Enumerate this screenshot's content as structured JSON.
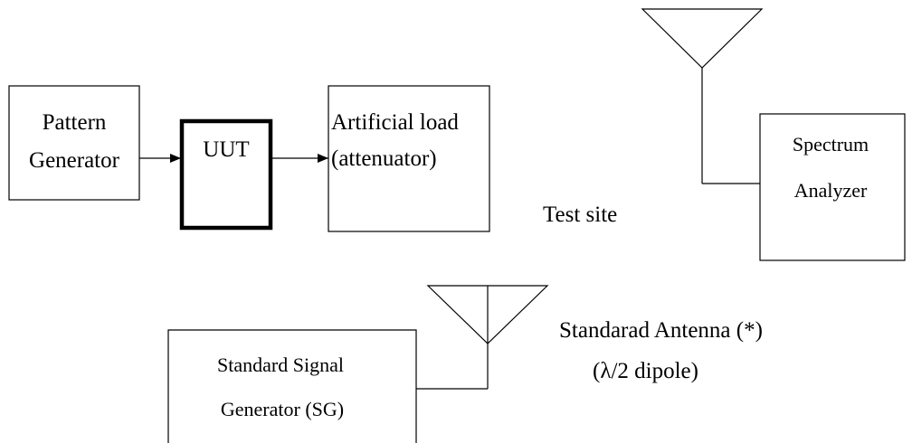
{
  "blocks": {
    "pattern_generator": {
      "line1": "Pattern",
      "line2": "Generator"
    },
    "uut": {
      "label": "UUT"
    },
    "artificial_load": {
      "line1": "Artificial load",
      "line2": "(attenuator)"
    },
    "spectrum_analyzer": {
      "line1": "Spectrum",
      "line2": "Analyzer"
    },
    "signal_generator": {
      "line1": "Standard Signal",
      "line2": "Generator (SG)"
    }
  },
  "labels": {
    "test_site": "Test site",
    "standard_antenna": "Standarad Antenna (*)",
    "antenna_type": "(λ/2 dipole)"
  }
}
